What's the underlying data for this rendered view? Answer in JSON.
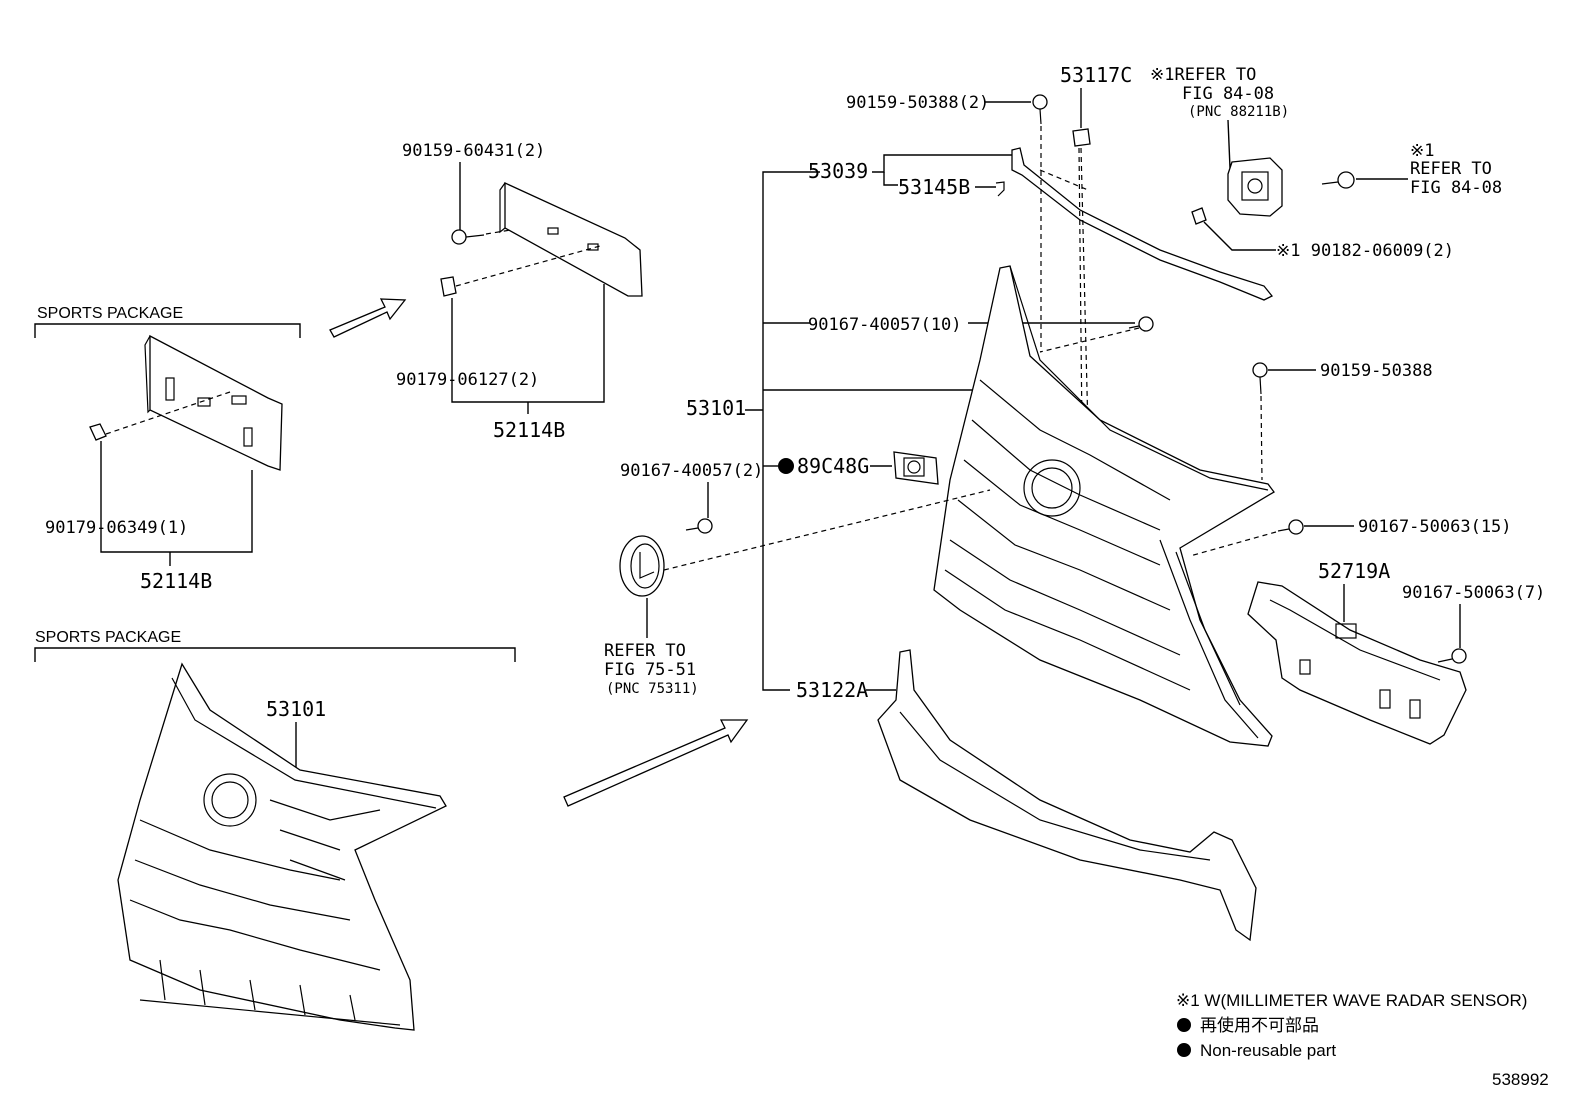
{
  "labels": {
    "sports_package_1": "SPORTS PACKAGE",
    "sports_package_2": "SPORTS PACKAGE",
    "p90179_06349": "90179-06349(1)",
    "p52114b_left": "52114B",
    "p90159_60431": "90159-60431(2)",
    "p90179_06127": "90179-06127(2)",
    "p52114b_mid": "52114B",
    "p53101_main": "53101",
    "p53101_sports": "53101",
    "p53039": "53039",
    "p53145b": "53145B",
    "p90159_50388_2": "90159-50388(2)",
    "p53117c": "53117C",
    "p90167_40057_10": "90167-40057(10)",
    "p90167_40057_2": "90167-40057(2)",
    "p89c48g": "89C48G",
    "p53122a": "53122A",
    "p90159_50388": "90159-50388",
    "p90167_50063_15": "90167-50063(15)",
    "p52719a": "52719A",
    "p90167_50063_7": "90167-50063(7)",
    "p90182_06009": "※1 90182-06009(2)",
    "ref_top_1": "※1REFER TO",
    "ref_top_2": "FIG 84-08",
    "ref_top_3": "(PNC 88211B)",
    "ref_right_1": "※1",
    "ref_right_2": "REFER TO",
    "ref_right_3": "FIG 84-08",
    "ref_emblem_1": "REFER TO",
    "ref_emblem_2": "FIG 75-51",
    "ref_emblem_3": "(PNC 75311)"
  },
  "notes": {
    "note1": "※1 W(MILLIMETER WAVE RADAR SENSOR)",
    "note2": "再使用不可部品",
    "note3": "Non-reusable part"
  },
  "diagram_id": "538992"
}
